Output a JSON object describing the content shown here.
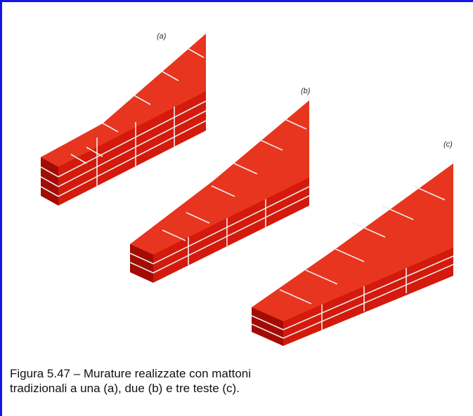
{
  "figure": {
    "walls": [
      {
        "label": "(a)",
        "name": "wall-one-head"
      },
      {
        "label": "(b)",
        "name": "wall-two-heads"
      },
      {
        "label": "(c)",
        "name": "wall-three-heads"
      }
    ],
    "caption_line_1": "Figura 5.47 –  Murature realizzate con mattoni",
    "caption_line_2": "tradizionali a una (a), due (b) e tre teste (c)."
  },
  "colors": {
    "frame_border": "#1414e6",
    "brick_front": "#d41a0c",
    "brick_top": "#e8351f",
    "brick_side": "#a30c04",
    "mortar": "#ececec"
  }
}
